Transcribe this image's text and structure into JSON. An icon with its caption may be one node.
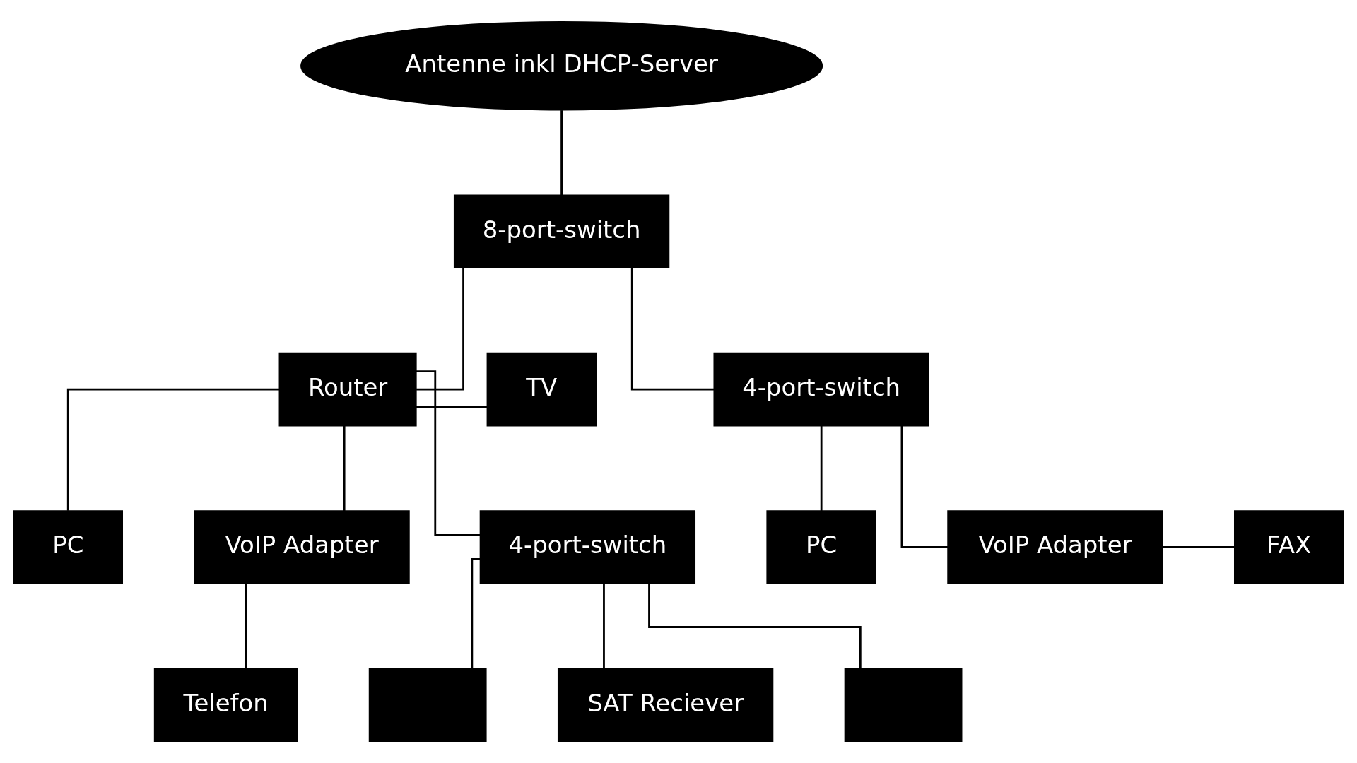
{
  "diagram": {
    "nodes": [
      {
        "text": [
          "Antenne inkl DHCP-Server"
        ]
      },
      {
        "text": [
          "8-port-switch"
        ]
      },
      {
        "text": [
          "Router"
        ]
      },
      {
        "text": [
          "TV"
        ]
      },
      {
        "text": [
          "PC"
        ]
      },
      {
        "text": [
          "VoIP Adapter"
        ]
      },
      {
        "text": [
          "4-port-switch"
        ]
      },
      {
        "text": [
          "Telefon"
        ]
      },
      {
        "text": [],
        "shape": "box"
      },
      {
        "text": [
          "SAT Reciever"
        ]
      },
      {
        "text": [],
        "shape": "box"
      },
      {
        "text": [
          "4-port-switch"
        ]
      },
      {
        "text": [
          "PC"
        ]
      },
      {
        "text": [
          "VoIP Adapter"
        ]
      },
      {
        "text": [
          "FAX"
        ]
      }
    ],
    "edges": [
      {
        "from": 0,
        "to": 1,
        "arrow": "none"
      },
      {
        "from": 1,
        "to": 2,
        "arrow": "none"
      },
      {
        "from": 1,
        "to": 11,
        "arrow": "none"
      },
      {
        "from": 2,
        "to": 3,
        "arrow": "none"
      },
      {
        "from": 2,
        "to": 4,
        "arrow": "none"
      },
      {
        "from": 2,
        "to": 5,
        "arrow": "none"
      },
      {
        "from": 2,
        "to": 6,
        "arrow": "none"
      },
      {
        "from": 5,
        "to": 7,
        "arrow": "none"
      },
      {
        "from": 6,
        "to": 8,
        "arrow": "none"
      },
      {
        "from": 6,
        "to": 9,
        "arrow": "none"
      },
      {
        "from": 6,
        "to": 10,
        "arrow": "none"
      },
      {
        "from": 11,
        "to": 12,
        "arrow": "none"
      },
      {
        "from": 11,
        "to": 13,
        "arrow": "none"
      },
      {
        "from": 13,
        "to": 14,
        "arrow": "none"
      }
    ]
  }
}
